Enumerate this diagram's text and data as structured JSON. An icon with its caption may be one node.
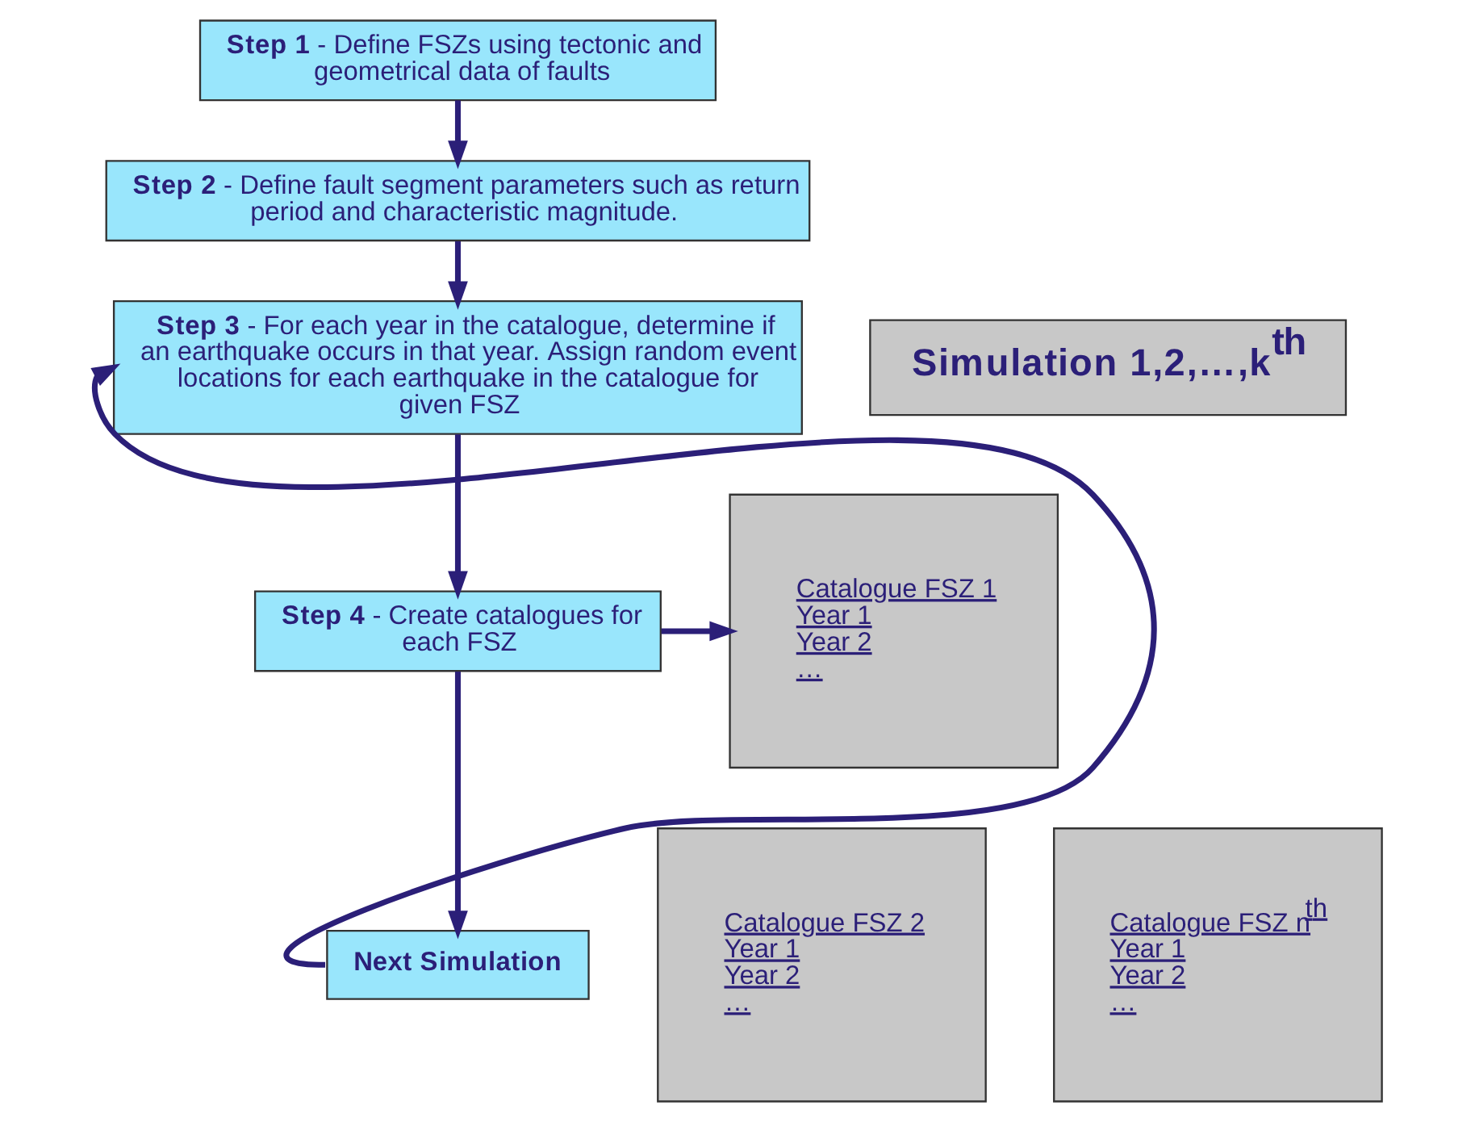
{
  "diagram": {
    "nodes": [
      {
        "text": [
          "**Step 1** - Define FSZs using tectonic and geometrical data of faults"
        ]
      },
      {
        "text": [
          "**Step 2** - Define fault segment parameters such as return period and characteristic magnitude."
        ]
      },
      {
        "text": [
          "**Step 3** - For each year in the catalogue, determine if an earthquake occurs in that year. Assign random event locations for each earthquake in the catalogue for given FSZ"
        ]
      },
      {
        "text": [
          "**Step 4** - Create catalogues for each FSZ"
        ]
      },
      {
        "text": [
          "Next Simulation"
        ]
      },
      {
        "text": [
          "Simulation 1,2,…,k$^{th}$"
        ]
      },
      {
        "text": [
          "Catalogue FSZ 1",
          "Year 1",
          "Year 2",
          "…"
        ]
      },
      {
        "text": [
          "Catalogue FSZ 2",
          "Year 1",
          "Year 2",
          "…"
        ]
      },
      {
        "text": [
          "Catalogue FSZ n$^{th}$",
          "Year 1",
          "Year 2",
          "…"
        ]
      }
    ],
    "edges": [
      {
        "from": 0,
        "to": 1,
        "arrow": "to"
      },
      {
        "from": 1,
        "to": 2,
        "arrow": "to"
      },
      {
        "from": 2,
        "to": 3,
        "arrow": "to"
      },
      {
        "from": 3,
        "to": 4,
        "arrow": "to"
      },
      {
        "from": 4,
        "to": 2,
        "arrow": "to"
      },
      {
        "from": 3,
        "to": 6,
        "arrow": "to"
      }
    ]
  }
}
